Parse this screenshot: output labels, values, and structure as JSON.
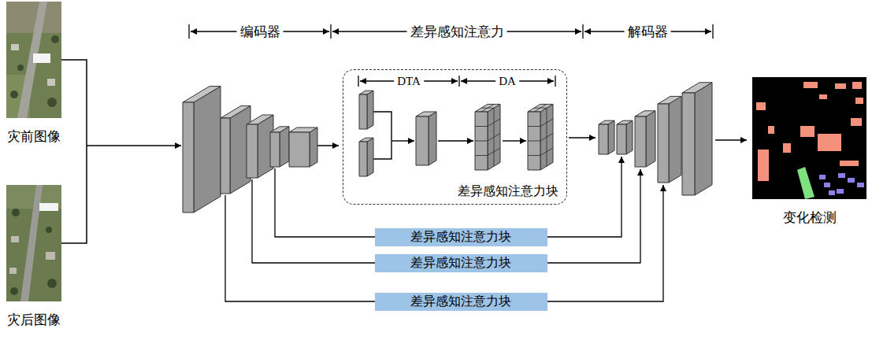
{
  "diagram": {
    "nodes": [
      {
        "text": [
          "灾前图像"
        ]
      },
      {
        "text": [
          "灾后图像"
        ]
      },
      {
        "text": [
          "差异感知注意力块"
        ]
      },
      {
        "text": [
          "差异感知注意力块"
        ]
      },
      {
        "text": [
          "差异感知注意力块"
        ]
      },
      {
        "text": [
          "差异感知注意力块"
        ]
      },
      {
        "text": [
          "变化检测"
        ]
      }
    ],
    "labels": [
      "编码器",
      "差异感知注意力",
      "解码器",
      "DTA",
      "DA"
    ]
  }
}
